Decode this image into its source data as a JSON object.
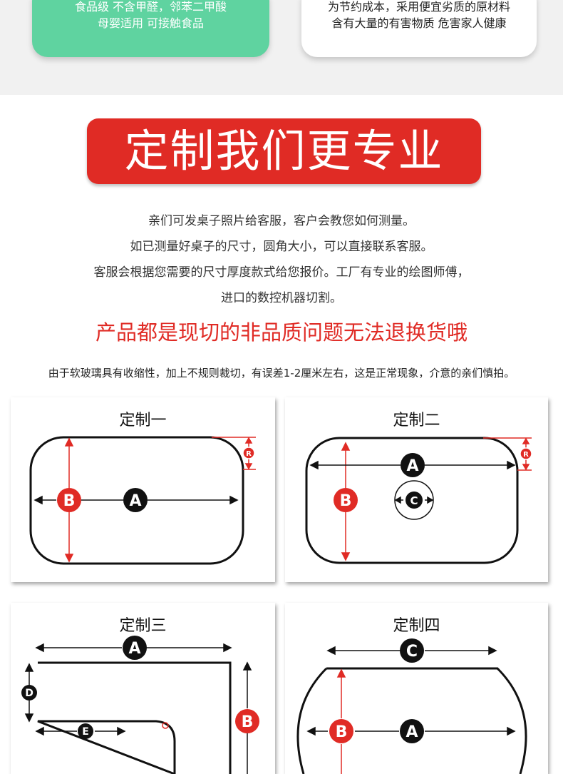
{
  "top_cards": {
    "left": {
      "line1": "食品级 不含甲醛，邻苯二甲酸",
      "line2": "母婴适用 可接触食品"
    },
    "right": {
      "line1": "为节约成本，采用便宜劣质的原材料",
      "line2": "含有大量的有害物质 危害家人健康"
    }
  },
  "banner": {
    "title": "定制我们更专业"
  },
  "intro": {
    "lines": [
      "亲们可发桌子照片给客服，客户会教您如何测量。",
      "如已测量好桌子的尺寸，圆角大小，可以直接联系客服。",
      "客服会根据您需要的尺寸厚度款式给您报价。工厂有专业的绘图师傅，",
      "进口的数控机器切割。"
    ]
  },
  "notice": "产品都是现切的非品质问题无法退换货哦",
  "note": "由于软玻璃具有收缩性，加上不规则裁切，有误差1-2厘米左右，这是正常现象，介意的亲们慎拍。",
  "panels": [
    {
      "title": "定制一",
      "labels": {
        "a": "A",
        "b": "B",
        "r": "R"
      }
    },
    {
      "title": "定制二",
      "labels": {
        "a": "A",
        "b": "B",
        "c": "C",
        "r": "R"
      }
    },
    {
      "title": "定制三",
      "labels": {
        "a": "A",
        "b": "B",
        "d": "D",
        "e": "E"
      }
    },
    {
      "title": "定制四",
      "labels": {
        "a": "A",
        "b": "B",
        "c": "C"
      }
    }
  ],
  "colors": {
    "accent_red": "#e02b25",
    "green": "#5fd3a0",
    "line_black": "#111111"
  }
}
